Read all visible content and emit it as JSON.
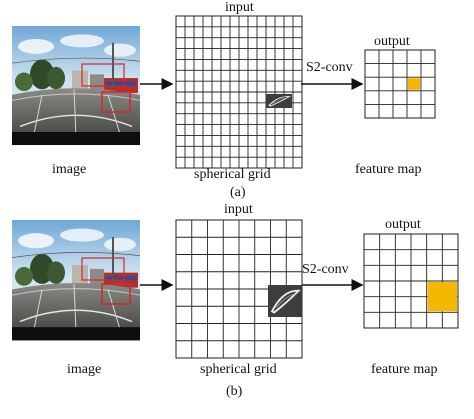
{
  "panels": [
    {
      "input_label": "input",
      "output_label": "output",
      "conv_label": "S2-conv",
      "image_label": "image",
      "grid_label": "spherical grid",
      "map_label": "feature map",
      "panel_label": "(a)",
      "grid_cells": 14,
      "map_cells": 5,
      "highlight_cells": 1
    },
    {
      "input_label": "input",
      "output_label": "output",
      "conv_label": "S2-conv",
      "image_label": "image",
      "grid_label": "spherical grid",
      "map_label": "feature map",
      "panel_label": "(b)",
      "grid_cells": 8,
      "map_cells": 6,
      "highlight_cells": 2
    }
  ],
  "colors": {
    "highlight": "#f5b800",
    "grid_line": "#222222",
    "arrow": "#111111"
  }
}
